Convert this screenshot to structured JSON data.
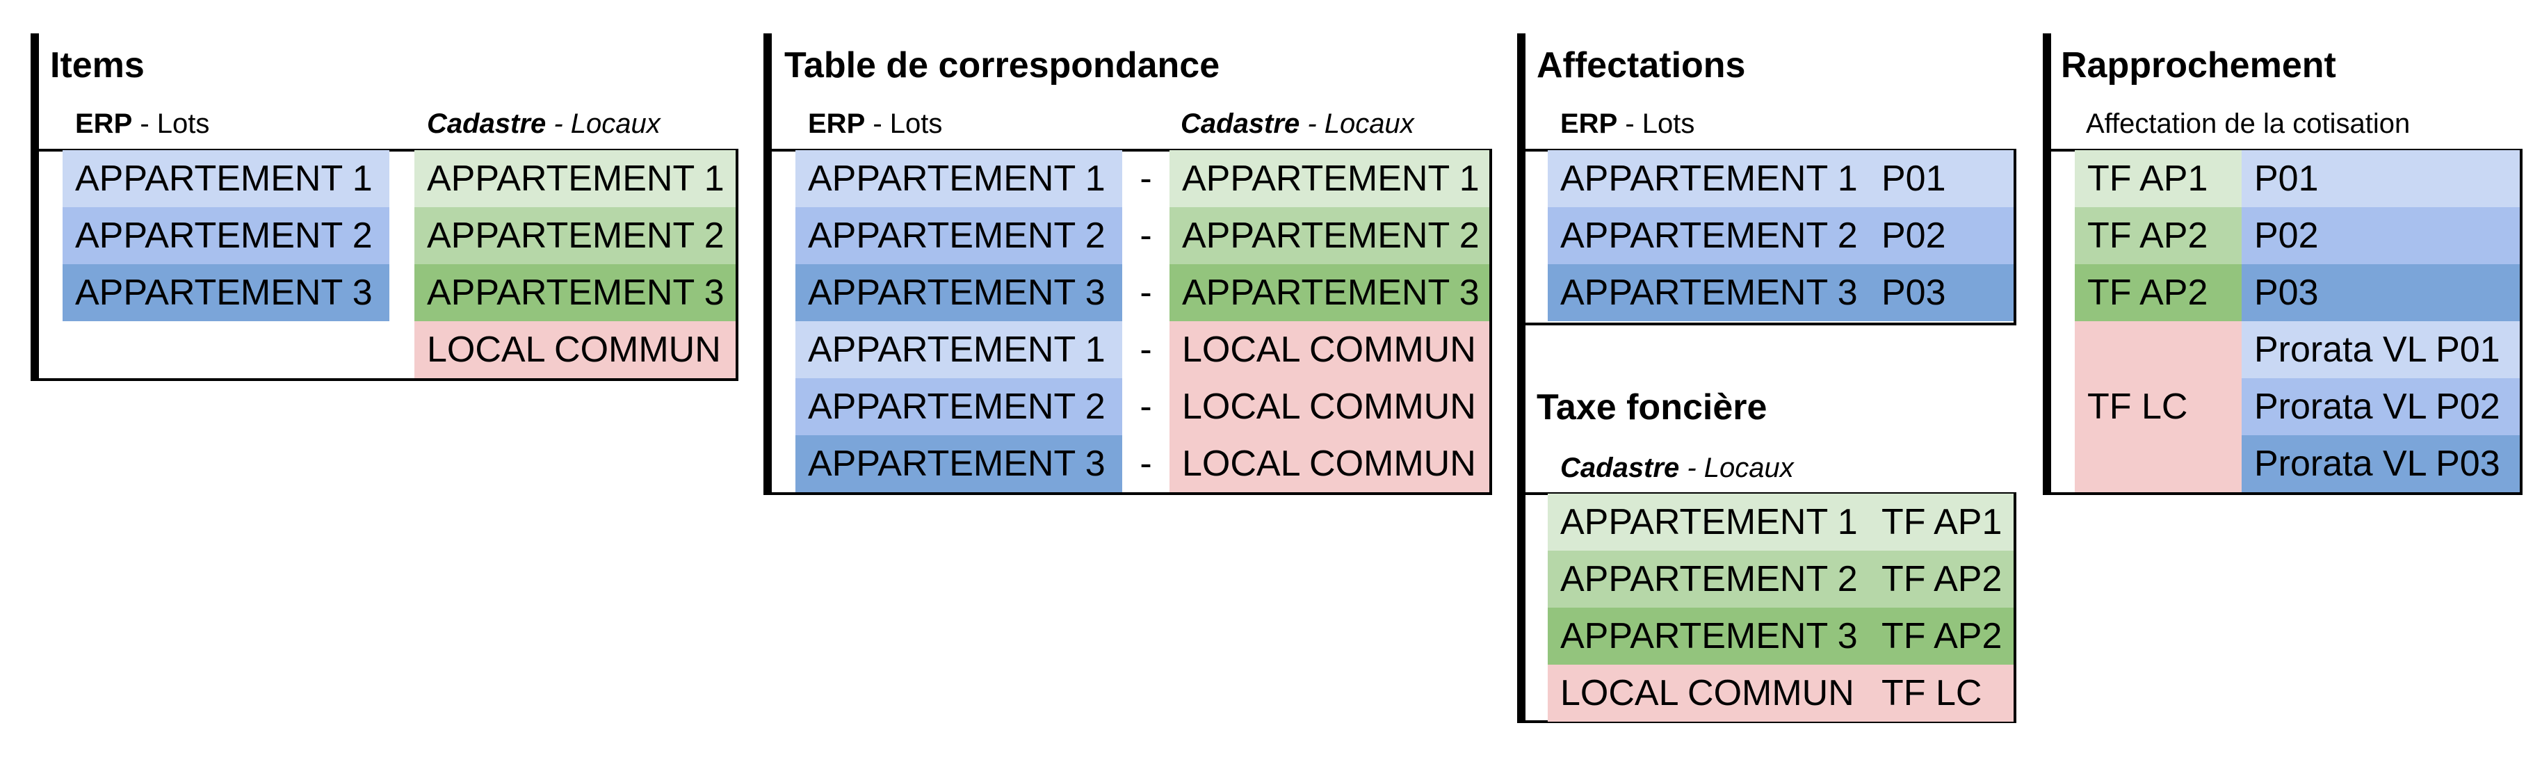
{
  "colors": {
    "blue": [
      "#c9d8f4",
      "#a8c0ee",
      "#7ba5d9"
    ],
    "green": [
      "#d9ead3",
      "#b6d7a8",
      "#93c47d"
    ],
    "red": "#f4cccc"
  },
  "items": {
    "title": "Items",
    "erp": {
      "bold": "ERP",
      "rest": " - Lots"
    },
    "cadastre": {
      "bold": "Cadastre",
      "rest": " - Locaux"
    },
    "erp_lots": [
      "APPARTEMENT 1",
      "APPARTEMENT 2",
      "APPARTEMENT 3"
    ],
    "cadastre_locaux": [
      "APPARTEMENT 1",
      "APPARTEMENT 2",
      "APPARTEMENT 3",
      "LOCAL COMMUN"
    ]
  },
  "correspondance": {
    "title": "Table de correspondance",
    "erp": {
      "bold": "ERP",
      "rest": " - Lots"
    },
    "cadastre": {
      "bold": "Cadastre",
      "rest": " - Locaux"
    },
    "separator": "-",
    "rows": [
      {
        "lot": "APPARTEMENT 1",
        "local": "APPARTEMENT 1"
      },
      {
        "lot": "APPARTEMENT 2",
        "local": "APPARTEMENT 2"
      },
      {
        "lot": "APPARTEMENT 3",
        "local": "APPARTEMENT 3"
      },
      {
        "lot": "APPARTEMENT 1",
        "local": "LOCAL COMMUN"
      },
      {
        "lot": "APPARTEMENT 2",
        "local": "LOCAL COMMUN"
      },
      {
        "lot": "APPARTEMENT 3",
        "local": "LOCAL COMMUN"
      }
    ]
  },
  "affectations": {
    "title": "Affectations",
    "erp": {
      "bold": "ERP",
      "rest": " - Lots"
    },
    "rows": [
      {
        "name": "APPARTEMENT 1",
        "code": "P01"
      },
      {
        "name": "APPARTEMENT 2",
        "code": "P02"
      },
      {
        "name": "APPARTEMENT 3",
        "code": "P03"
      }
    ]
  },
  "taxe": {
    "title": "Taxe foncière",
    "cadastre": {
      "bold": "Cadastre",
      "rest": " - Locaux"
    },
    "rows": [
      {
        "name": "APPARTEMENT 1",
        "code": "TF AP1"
      },
      {
        "name": "APPARTEMENT 2",
        "code": "TF AP2"
      },
      {
        "name": "APPARTEMENT 3",
        "code": "TF AP2"
      },
      {
        "name": "LOCAL COMMUN",
        "code": "TF LC"
      }
    ]
  },
  "rapprochement": {
    "title": "Rapprochement",
    "subtitle": "Affectation de la cotisation",
    "rows": [
      {
        "tf": "TF AP1",
        "p": "P01"
      },
      {
        "tf": "TF AP2",
        "p": "P02"
      },
      {
        "tf": "TF AP2",
        "p": "P03"
      }
    ],
    "lc_label": "TF LC",
    "prorata": [
      "Prorata VL P01",
      "Prorata VL P02",
      "Prorata VL P03"
    ]
  }
}
